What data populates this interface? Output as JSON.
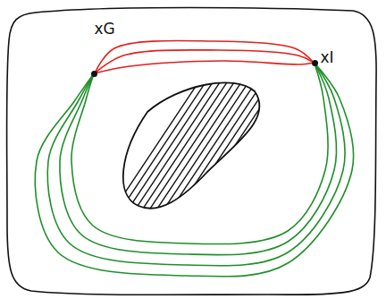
{
  "diagram": {
    "nodes": [
      {
        "text": [
          "xG"
        ]
      },
      {
        "text": [
          "xI"
        ]
      }
    ],
    "edges": [
      {
        "from": 0,
        "to": 1,
        "arrow": "none"
      },
      {
        "from": 0,
        "to": 1,
        "arrow": "none"
      },
      {
        "from": 0,
        "to": 1,
        "arrow": "none"
      },
      {
        "from": 0,
        "to": 1,
        "arrow": "none"
      },
      {
        "from": 0,
        "to": 1,
        "arrow": "none"
      },
      {
        "from": 0,
        "to": 1,
        "arrow": "none"
      },
      {
        "from": 0,
        "to": 1,
        "arrow": "none"
      }
    ]
  }
}
